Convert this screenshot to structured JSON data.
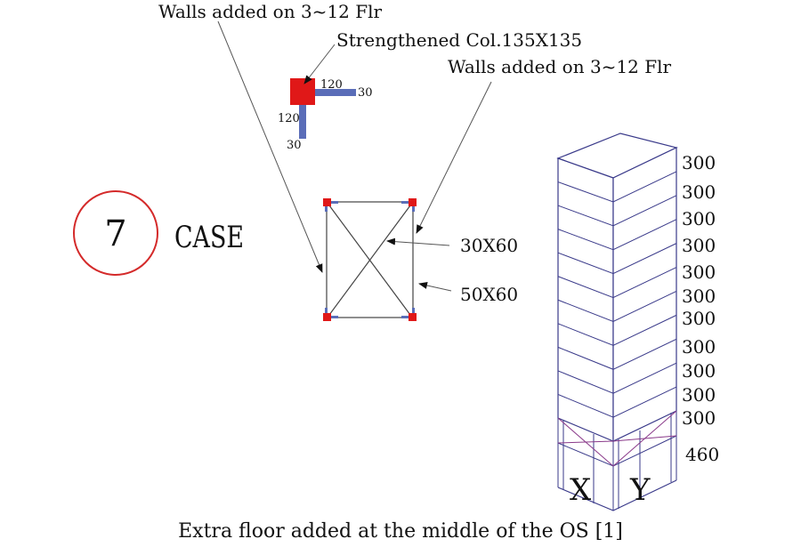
{
  "case": {
    "number": "7",
    "label": "CASE"
  },
  "detail": {
    "walls_label_top": "Walls added on 3~12 Flr",
    "strengthened_col": "Strengthened Col.135X135",
    "walls_label_right": "Walls added on 3~12 Flr",
    "dim_h_120": "120",
    "dim_h_30": "30",
    "dim_v_120": "120",
    "dim_v_30": "30"
  },
  "plan": {
    "brace_label": "30X60",
    "beam_label": "50X60"
  },
  "building": {
    "floor_heights": [
      "300",
      "300",
      "300",
      "300",
      "300",
      "300",
      "300",
      "300",
      "300",
      "300",
      "300",
      "460"
    ],
    "axis_x": "X",
    "axis_y": "Y"
  },
  "caption": "Extra floor added at the middle of the OS [1]",
  "colors": {
    "column_red": "#e01818",
    "wall_blue": "#5a6db8",
    "circle_red": "#d42a2a",
    "outline": "#3a3a8a"
  }
}
